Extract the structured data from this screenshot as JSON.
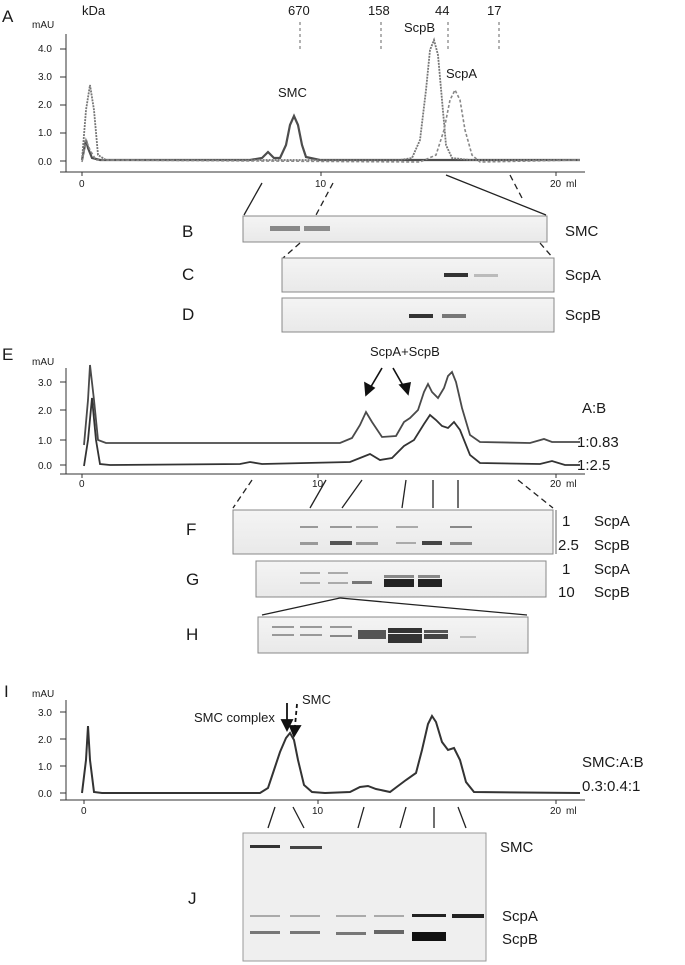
{
  "panels": {
    "A": "A",
    "B": "B",
    "C": "C",
    "D": "D",
    "E": "E",
    "F": "F",
    "G": "G",
    "H": "H",
    "I": "I",
    "J": "J"
  },
  "panelA": {
    "kda_label": "kDa",
    "markers": [
      "670",
      "158",
      "44",
      "17"
    ],
    "yunit": "mAU",
    "yticks": [
      "0.0",
      "1.0",
      "2.0",
      "3.0",
      "4.0"
    ],
    "xticks": [
      "0",
      "10",
      "20"
    ],
    "xunit": "ml",
    "peak_labels": {
      "smc": "SMC",
      "scpb": "ScpB",
      "scpa": "ScpA"
    }
  },
  "gels_abcd": {
    "B": "SMC",
    "C": "ScpA",
    "D": "ScpB"
  },
  "panelE": {
    "yunit": "mAU",
    "yticks": [
      "0.0",
      "1.0",
      "2.0",
      "3.0"
    ],
    "xticks": [
      "0",
      "10",
      "20"
    ],
    "xunit": "ml",
    "annotation": "ScpA+ScpB",
    "ratio_header": "A:B",
    "ratios": [
      "1:0.83",
      "1:2.5"
    ]
  },
  "gels_fgh": {
    "F": {
      "ratio_a": "1",
      "ratio_b": "2.5",
      "label_a": "ScpA",
      "label_b": "ScpB"
    },
    "G": {
      "ratio_a": "1",
      "ratio_b": "10",
      "label_a": "ScpA",
      "label_b": "ScpB"
    }
  },
  "panelI": {
    "yunit": "mAU",
    "yticks": [
      "0.0",
      "1.0",
      "2.0",
      "3.0"
    ],
    "xticks": [
      "0",
      "10",
      "20"
    ],
    "xunit": "ml",
    "label_complex": "SMC complex",
    "label_smc": "SMC",
    "ratio_header": "SMC:A:B",
    "ratio_value": "0.3:0.4:1"
  },
  "gelJ": {
    "smc": "SMC",
    "scpa": "ScpA",
    "scpb": "ScpB"
  }
}
